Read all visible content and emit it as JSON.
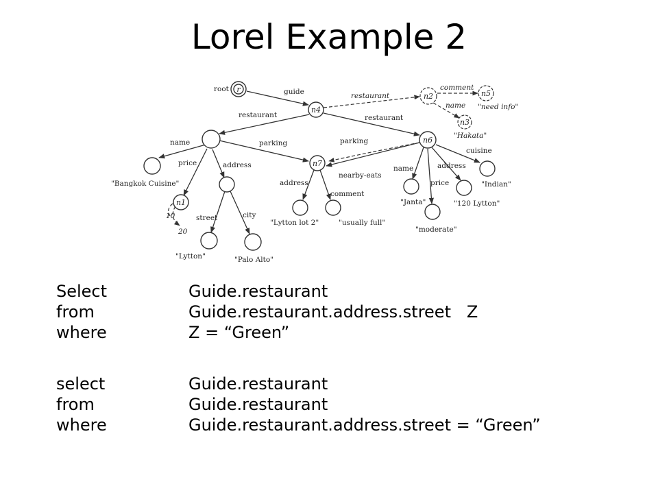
{
  "slide": {
    "title": "Lorel Example 2"
  },
  "graph": {
    "nodes": {
      "r": "r",
      "n4": "n4",
      "n2": "n2",
      "n5": "n5",
      "n3": "n3",
      "n6": "n6",
      "n7": "n7",
      "n1": "n1"
    },
    "edges": {
      "root": "root",
      "guide": "guide",
      "restaurant_left": "restaurant",
      "restaurant_right": "restaurant",
      "restaurant_dashed": "restaurant",
      "comment_dashed": "comment",
      "name_dashed": "name",
      "name_left": "name",
      "price_left": "price",
      "address_left": "address",
      "parking_left": "parking",
      "parking_right": "parking",
      "street": "street",
      "city": "city",
      "address_n7": "address",
      "nearby_eats": "nearby-eats",
      "comment_n7": "comment",
      "name_n6": "name",
      "price_n6": "price",
      "address_n6": "address",
      "cuisine": "cuisine"
    },
    "values": {
      "need_info": "\"need info\"",
      "hakata": "\"Hakata\"",
      "bangkok": "\"Bangkok Cuisine\"",
      "ten": "10",
      "twenty": "20",
      "lytton": "\"Lytton\"",
      "palo_alto": "\"Palo Alto\"",
      "lytton_lot": "\"Lytton lot 2\"",
      "usually_full": "\"usually full\"",
      "janta": "\"Janta\"",
      "moderate": "\"moderate\"",
      "lytton_120": "\"120 Lytton\"",
      "indian": "\"Indian\""
    }
  },
  "queries": [
    {
      "keyword": "Select",
      "expr": "Guide.restaurant"
    },
    {
      "keyword": "from",
      "expr": "Guide.restaurant.address.street   Z"
    },
    {
      "keyword": "where",
      "expr": "Z = “Green”"
    },
    {
      "keyword": "select",
      "expr": "Guide.restaurant"
    },
    {
      "keyword": "from",
      "expr": "Guide.restaurant"
    },
    {
      "keyword": "where",
      "expr": "Guide.restaurant.address.street = “Green”"
    }
  ]
}
